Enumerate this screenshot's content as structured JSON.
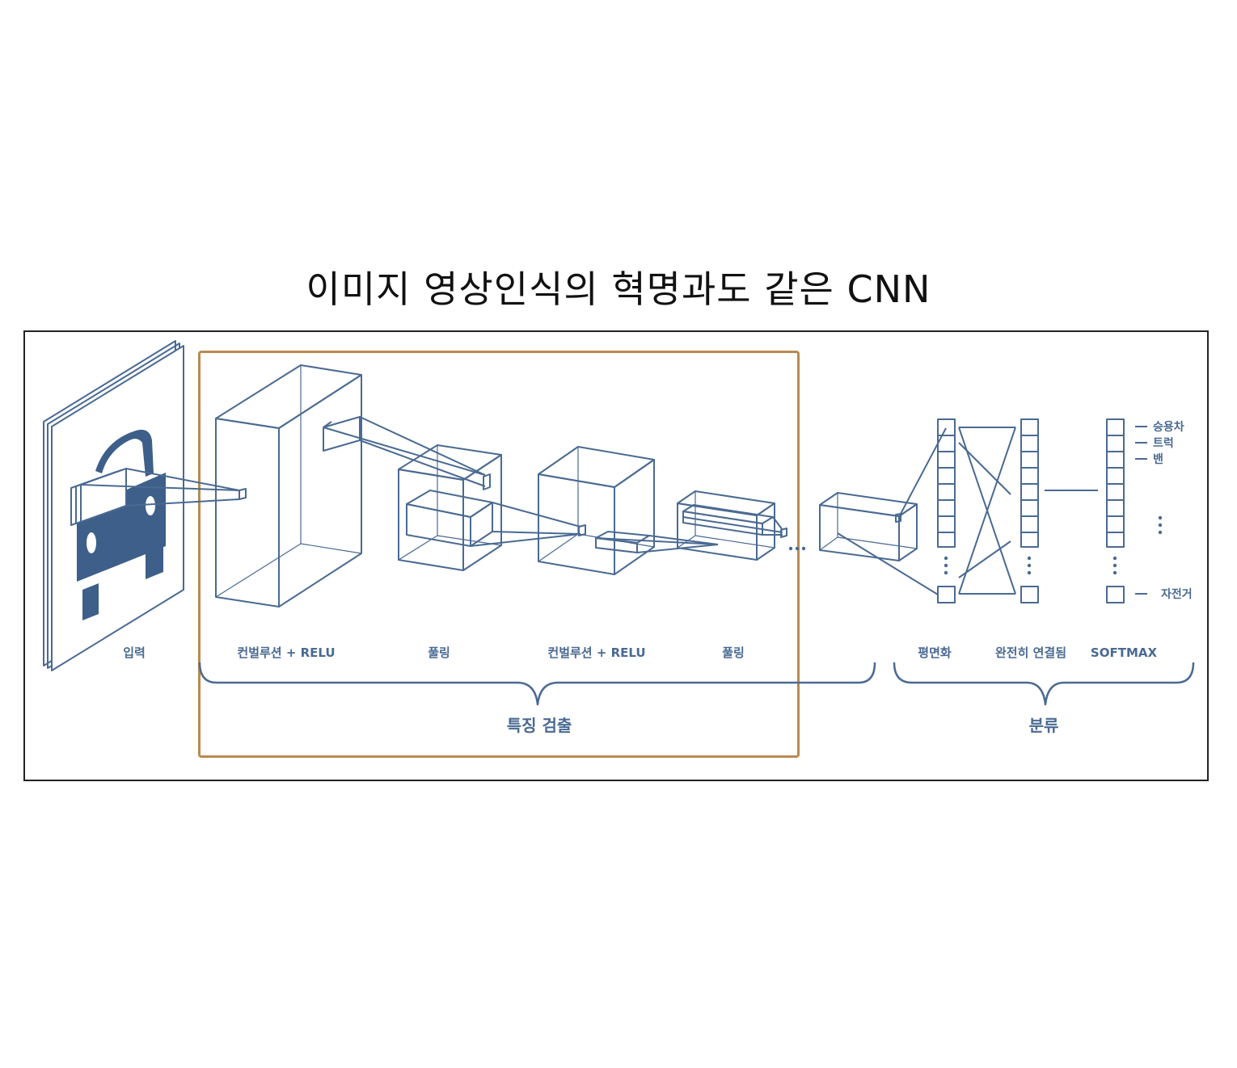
{
  "title": "이미지 영상인식의 혁명과도 같은 CNN",
  "colors": {
    "diagram": "#4a6a92",
    "car": "#3d5f89",
    "highlight": "#b98a4e",
    "frame": "#222222"
  },
  "layers": {
    "input": "입력",
    "conv1": "컨벌루션 + RELU",
    "pool1": "풀링",
    "conv2": "컨벌루션 + RELU",
    "pool2": "풀링",
    "flatten": "평면화",
    "fully_connected": "완전히 연결됨",
    "softmax": "SOFTMAX"
  },
  "groups": {
    "feature_extraction": "특징 검출",
    "classification": "분류"
  },
  "outputs": [
    "승용차",
    "트럭",
    "밴",
    "자전거"
  ]
}
